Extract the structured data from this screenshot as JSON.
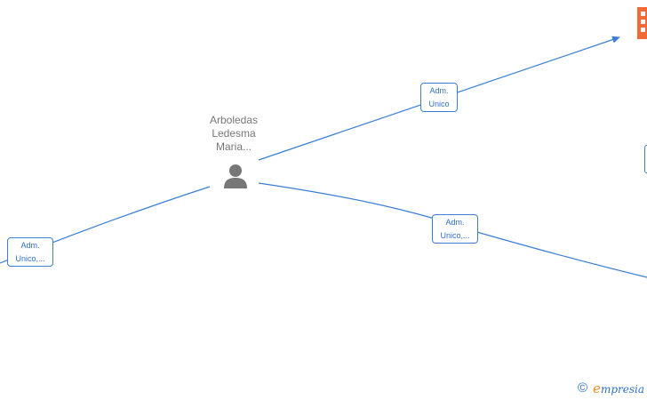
{
  "nodes": {
    "person": {
      "name_lines": [
        "Arboledas",
        "Ledesma",
        "Maria..."
      ],
      "icon": "person-icon"
    },
    "company_top_right": {
      "icon": "building-icon",
      "color": "#f26a36"
    }
  },
  "edges": [
    {
      "label_lines": [
        "Adm.",
        "Unico"
      ]
    },
    {
      "label_lines": [
        "Adm.",
        "Unico,..."
      ]
    },
    {
      "label_lines": [
        "Adm.",
        "Unico,..."
      ]
    }
  ],
  "colors": {
    "edge": "#3a7fd5",
    "label_text": "#2f6fc4",
    "person": "#777777",
    "brand_accent": "#f08c1e"
  },
  "footer": {
    "copyright_symbol": "©",
    "brand_initial": "e",
    "brand_rest": "mpresia"
  }
}
